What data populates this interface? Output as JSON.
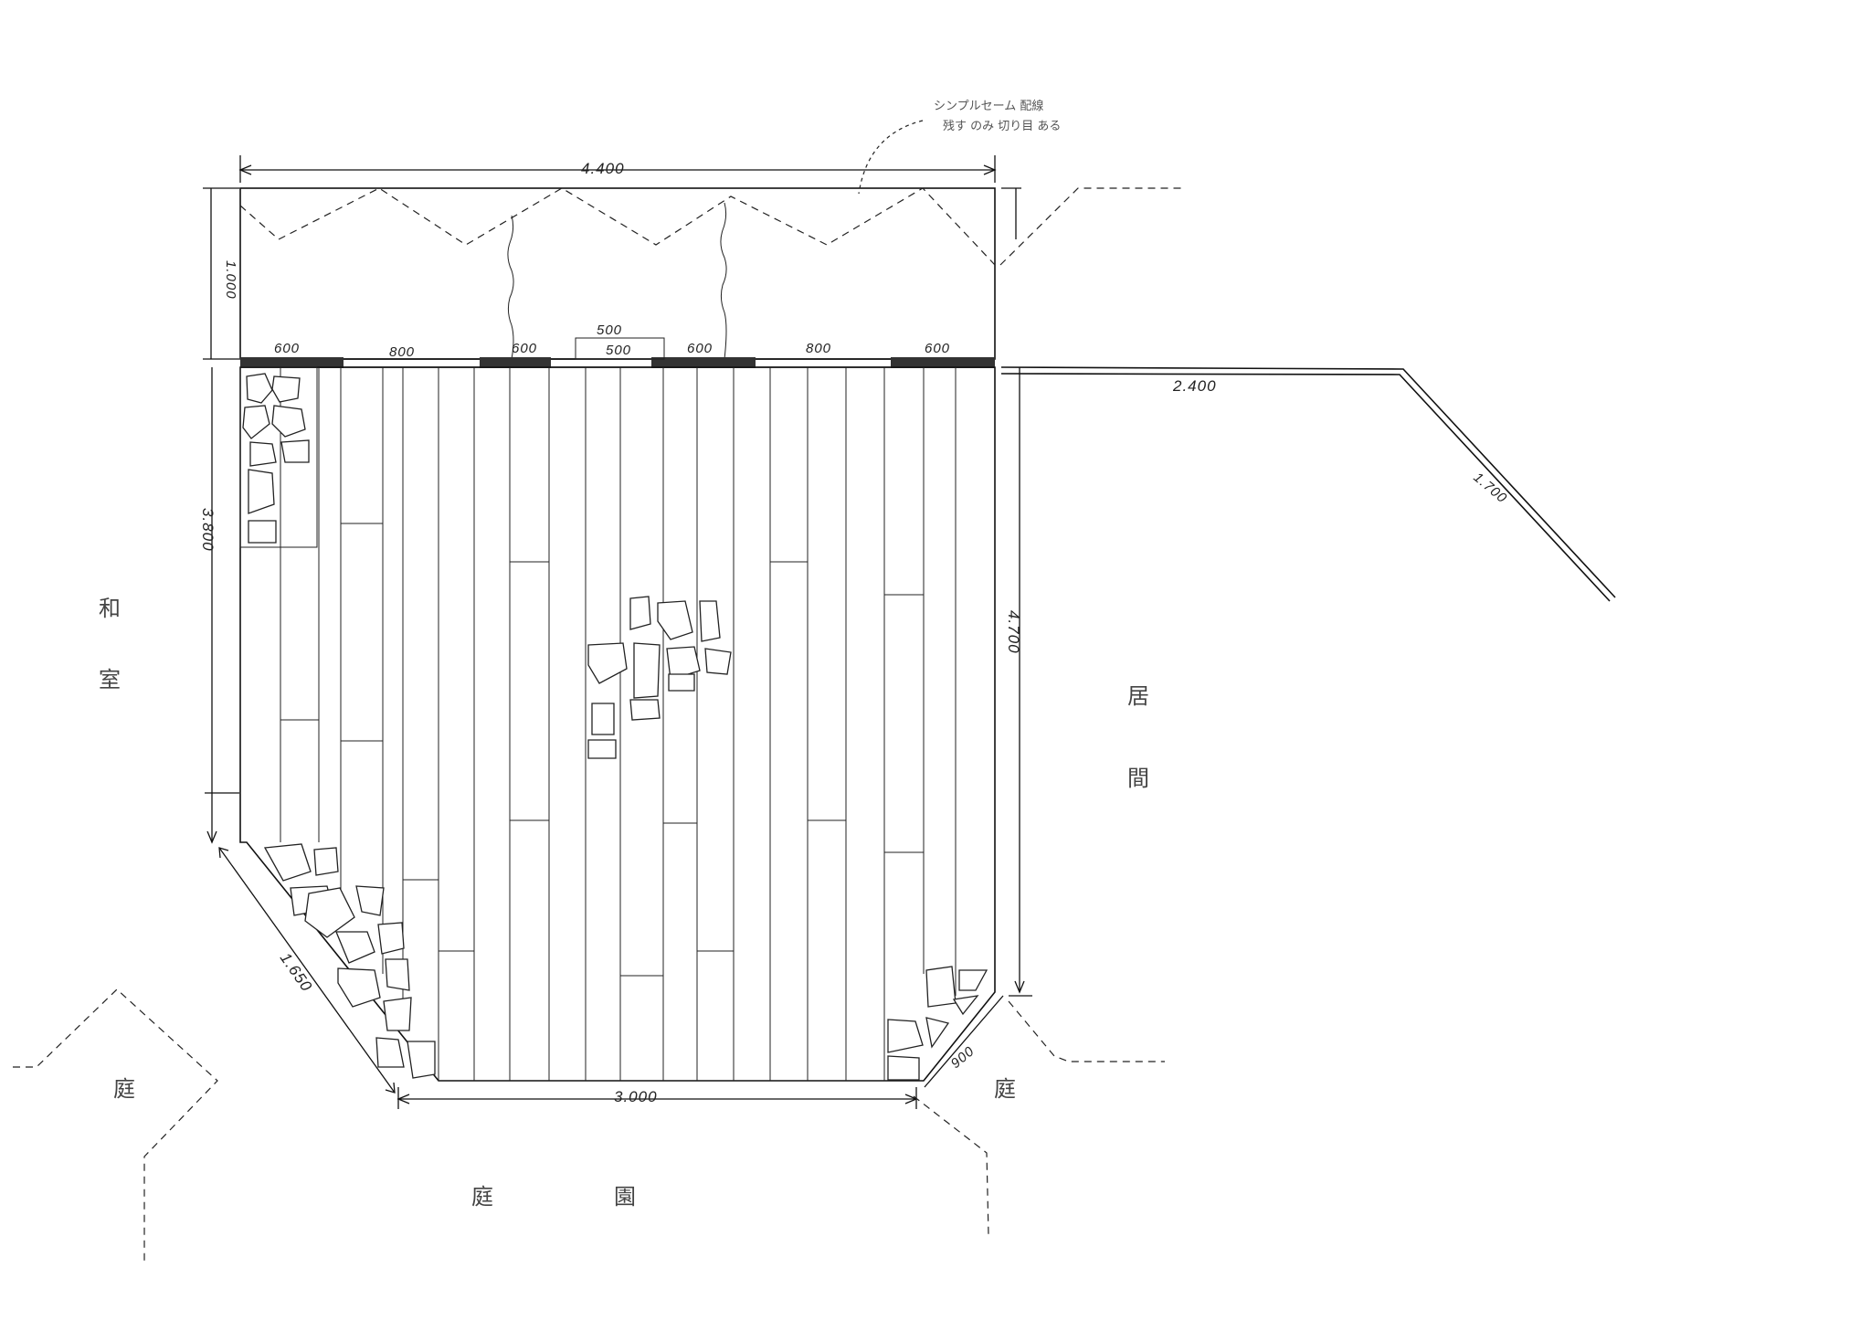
{
  "drawing": {
    "note_lines": [
      "シンプルセーム 配線",
      "残す のみ 切り目 ある"
    ],
    "dimensions": {
      "overall_width": "4.400",
      "canopy_depth": "1.000",
      "left_side": "3.800",
      "right_side": "4.700",
      "bottom_width": "3.000",
      "diagonal_left": "1.650",
      "diagonal_right": "900",
      "fence_right": "2.400",
      "fence_diag": "1.700",
      "seg_600_a": "600",
      "seg_800_a": "800",
      "seg_600_b": "600",
      "seg_500_top": "500",
      "seg_500": "500",
      "seg_600_c": "600",
      "seg_800_b": "800",
      "seg_600_d": "600"
    },
    "room_labels": {
      "left_a": "和",
      "left_b": "室",
      "right_a": "居",
      "right_b": "間",
      "bottom_a": "庭",
      "bottom_b": "園",
      "bl_corner": "庭",
      "br_corner": "庭"
    }
  }
}
